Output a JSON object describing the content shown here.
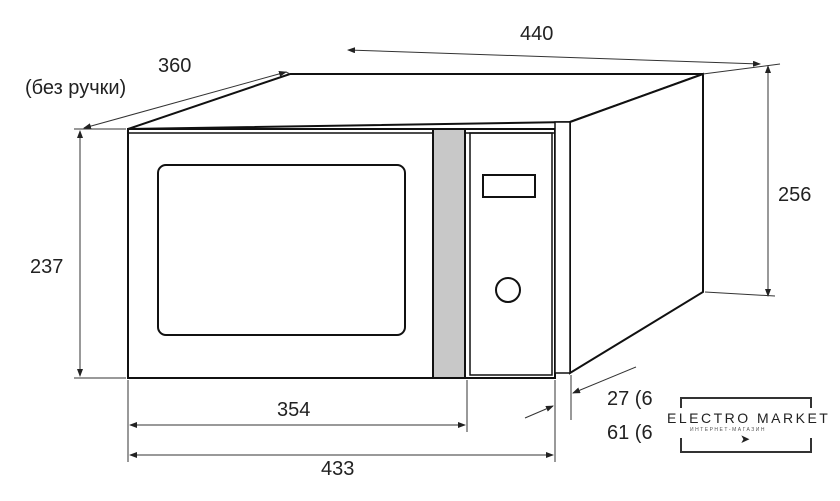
{
  "dimensions": {
    "depth": "360",
    "depth_note": "(без ручки)",
    "width_top": "440",
    "height_right": "256",
    "height_front": "237",
    "door_width": "354",
    "front_width": "433",
    "handle_1": "27 (6",
    "handle_2": "61 (6"
  },
  "logo": {
    "title": "ELECTRO MARKET",
    "subtitle": "ИНТЕРНЕТ-МАГАЗИН"
  },
  "colors": {
    "line": "#111111",
    "strip": "#c8c8c8"
  }
}
